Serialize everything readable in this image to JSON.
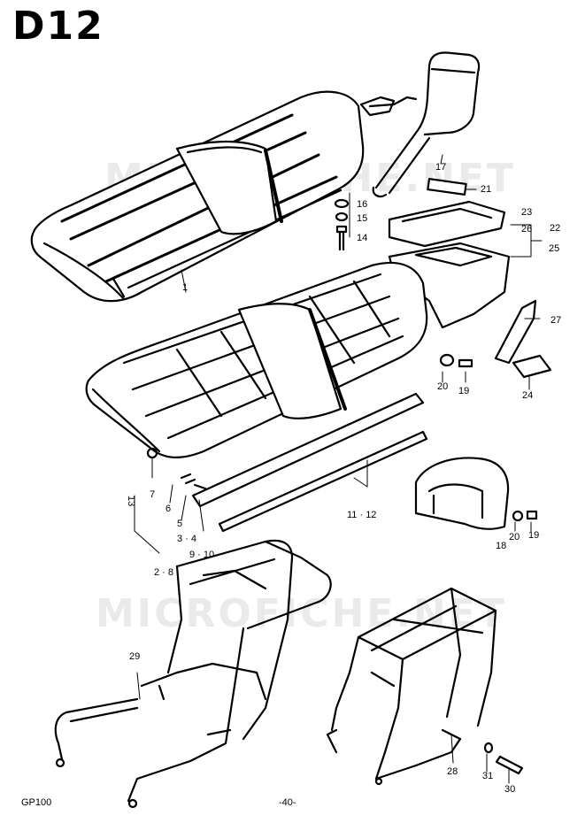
{
  "page": {
    "code": "D12",
    "model": "GP100",
    "page_number": "-40-",
    "watermark": "MICROFICHE.NET"
  },
  "callouts": [
    {
      "id": "c1",
      "label": "1"
    },
    {
      "id": "c2-8",
      "label": "2 · 8"
    },
    {
      "id": "c3-4",
      "label": "3 · 4"
    },
    {
      "id": "c5",
      "label": "5"
    },
    {
      "id": "c6",
      "label": "6"
    },
    {
      "id": "c7",
      "label": "7"
    },
    {
      "id": "c9-10",
      "label": "9 · 10"
    },
    {
      "id": "c11-12",
      "label": "11 · 12"
    },
    {
      "id": "c13",
      "label": "13"
    },
    {
      "id": "c14",
      "label": "14"
    },
    {
      "id": "c15",
      "label": "15"
    },
    {
      "id": "c16",
      "label": "16"
    },
    {
      "id": "c17",
      "label": "17"
    },
    {
      "id": "c18",
      "label": "18"
    },
    {
      "id": "c19a",
      "label": "19"
    },
    {
      "id": "c19b",
      "label": "19"
    },
    {
      "id": "c20a",
      "label": "20"
    },
    {
      "id": "c20b",
      "label": "20"
    },
    {
      "id": "c21",
      "label": "21"
    },
    {
      "id": "c22",
      "label": "22"
    },
    {
      "id": "c23",
      "label": "23"
    },
    {
      "id": "c24",
      "label": "24"
    },
    {
      "id": "c25",
      "label": "25"
    },
    {
      "id": "c26",
      "label": "26"
    },
    {
      "id": "c27",
      "label": "27"
    },
    {
      "id": "c28",
      "label": "28"
    },
    {
      "id": "c29",
      "label": "29"
    },
    {
      "id": "c30",
      "label": "30"
    },
    {
      "id": "c31",
      "label": "31"
    }
  ]
}
